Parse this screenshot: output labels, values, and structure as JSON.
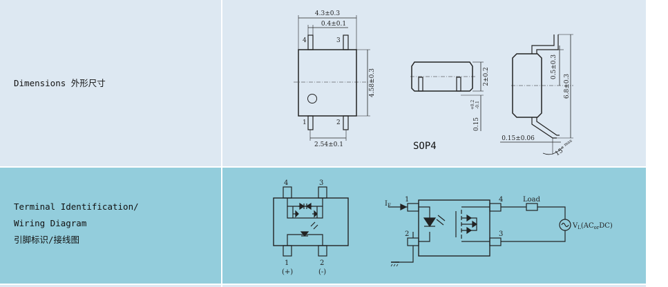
{
  "rows": [
    {
      "label": "Dimensions 外形尺寸"
    },
    {
      "label_lines": [
        "Terminal Identification/",
        "Wiring Diagram",
        "引脚标识/接线图"
      ]
    }
  ],
  "dimensions": {
    "package_name": "SOP4",
    "top_width": "4.3±0.3",
    "pin_width": "0.4±0.1",
    "body_height": "4.58±0.3",
    "pin_pitch": "2.54±0.1",
    "side_height": "2±0.2",
    "lead_thickness_base": "0.15",
    "lead_tol_plus": "+0.2",
    "lead_tol_minus": "-0.1",
    "lead_offset": "0.5±0.3",
    "overall_width": "6.8±0.3",
    "standoff": "0.15±0.06",
    "max_angle": "15°",
    "max_angle_suffix": "max",
    "pins_top": [
      "4",
      "3"
    ],
    "pins_bottom": [
      "1",
      "2"
    ]
  },
  "terminal": {
    "pins_top": [
      "4",
      "3"
    ],
    "pins_bottom": [
      "1",
      "2"
    ],
    "polarity": [
      "(+)",
      "(-)"
    ],
    "wiring_pins": [
      "1",
      "2",
      "4",
      "3"
    ],
    "input_label": "I",
    "input_sub": "F",
    "load_label": "Load",
    "source_label": "V",
    "source_sub": "L",
    "source_suffix_1": "(AC",
    "source_suffix_sub": "or",
    "source_suffix_2": "DC)"
  }
}
